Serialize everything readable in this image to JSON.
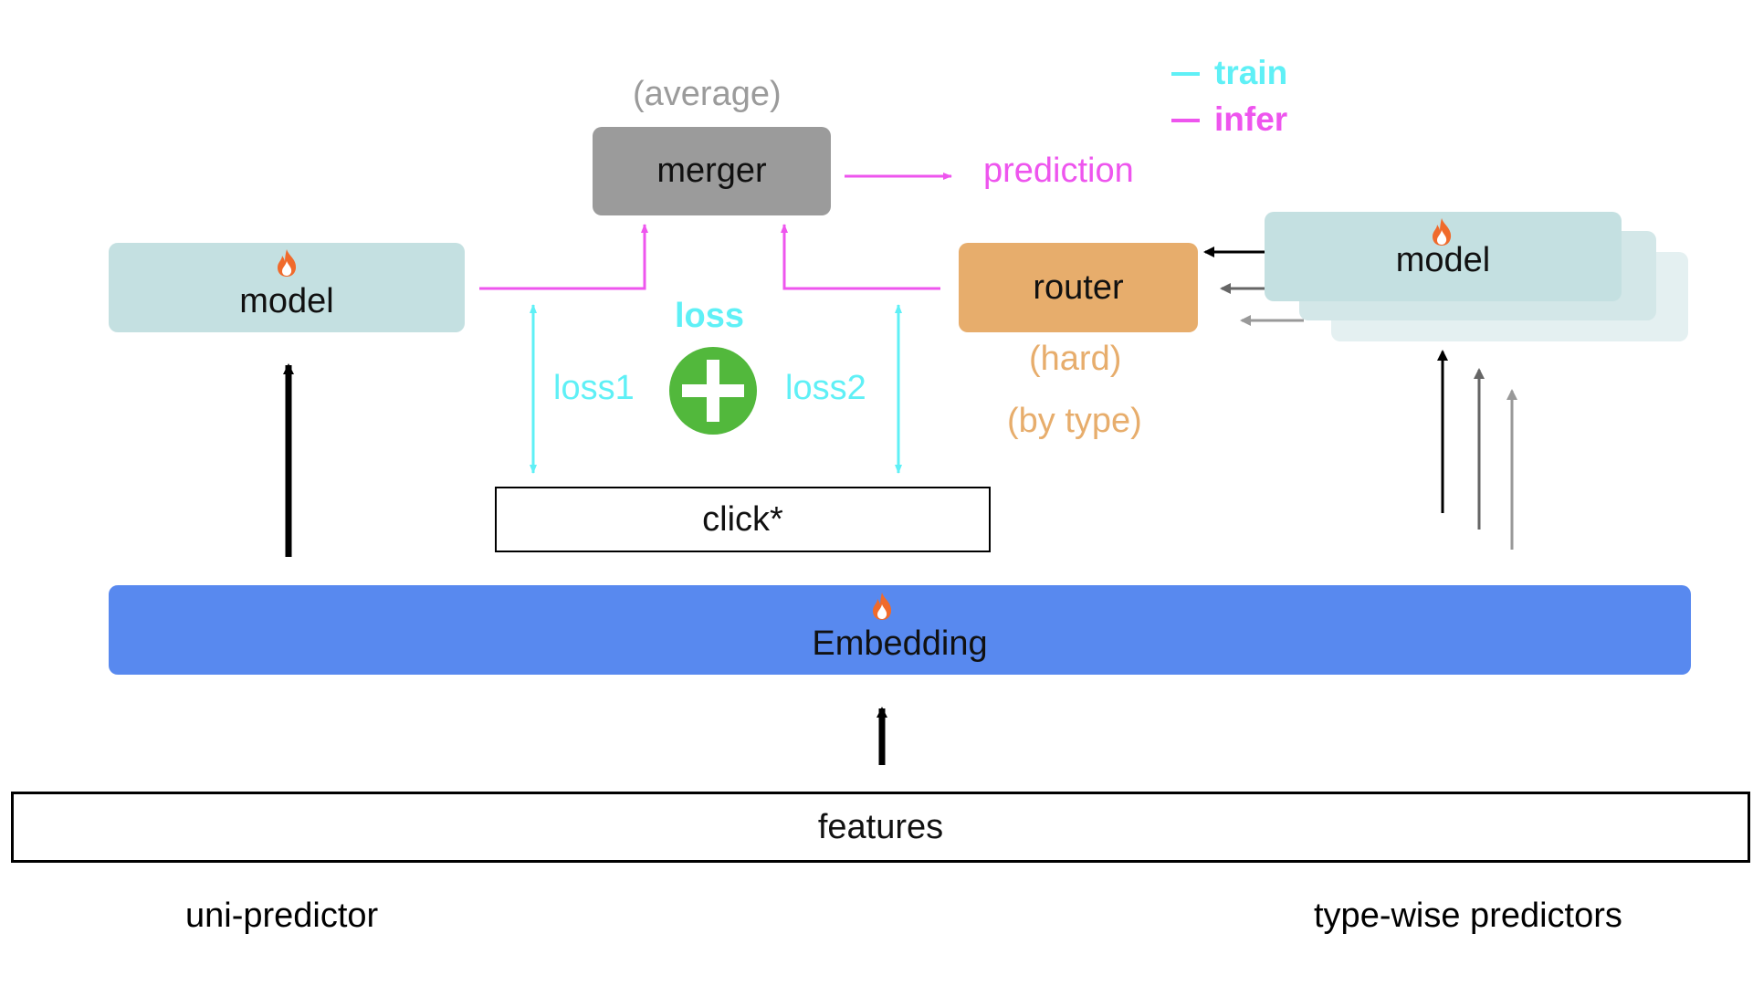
{
  "legend": {
    "train": {
      "label": "train",
      "color": "#5ff0f6"
    },
    "infer": {
      "label": "infer",
      "color": "#ee55ee"
    }
  },
  "merger": {
    "label": "merger",
    "annotation": "(average)",
    "color": "#9b9b9b"
  },
  "prediction": {
    "label": "prediction"
  },
  "uni_model": {
    "label": "model",
    "color": "#c4e0e1",
    "icon": "flame-icon"
  },
  "typewise_model": {
    "label": "model",
    "color": "#c4e0e1",
    "icon": "flame-icon"
  },
  "router": {
    "label": "router",
    "annotation_1": "(hard)",
    "annotation_2": "(by type)",
    "color": "#e7ad6c"
  },
  "loss": {
    "label": "loss",
    "loss1": "loss1",
    "loss2": "loss2",
    "plus_icon": "plus-circle-icon",
    "plus_color": "#52b83c"
  },
  "click": {
    "label": "click*"
  },
  "embedding": {
    "label": "Embedding",
    "color": "#5889ef",
    "icon": "flame-icon"
  },
  "features": {
    "label": "features"
  },
  "captions": {
    "left": "uni-predictor",
    "right": "type-wise predictors"
  }
}
